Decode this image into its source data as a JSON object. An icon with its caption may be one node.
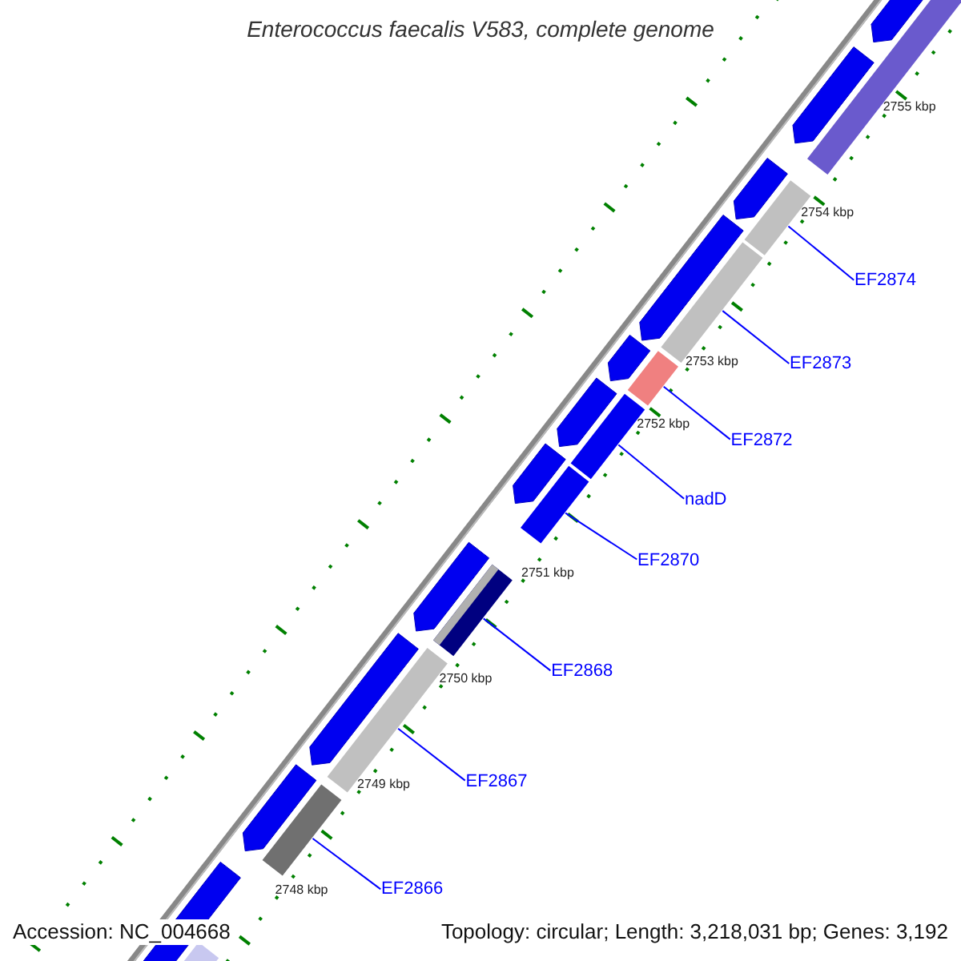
{
  "diagram": {
    "title": "Enterococcus faecalis V583, complete genome",
    "nodes": [
      {
        "text": [
          "EF2874"
        ]
      },
      {
        "text": [
          "EF2873"
        ]
      },
      {
        "text": [
          "EF2872"
        ]
      },
      {
        "text": [
          "nadD"
        ]
      },
      {
        "text": [
          "EF2870"
        ]
      },
      {
        "text": [
          "EF2868"
        ]
      },
      {
        "text": [
          "EF2867"
        ]
      },
      {
        "text": [
          "EF2866"
        ]
      },
      {
        "text": [],
        "shape": "bar"
      },
      {
        "text": [],
        "shape": "bar"
      },
      {
        "text": [],
        "shape": "bar"
      },
      {
        "text": [],
        "shape": "bar"
      },
      {
        "text": [],
        "shape": "bar"
      },
      {
        "text": [],
        "shape": "bar"
      },
      {
        "text": [],
        "shape": "bar"
      },
      {
        "text": [],
        "shape": "bar"
      }
    ],
    "edges": [
      {
        "from": 0,
        "to": 8,
        "arrow": "none"
      },
      {
        "from": 1,
        "to": 9,
        "arrow": "none"
      },
      {
        "from": 2,
        "to": 10,
        "arrow": "none"
      },
      {
        "from": 3,
        "to": 11,
        "arrow": "none"
      },
      {
        "from": 4,
        "to": 12,
        "arrow": "none"
      },
      {
        "from": 5,
        "to": 13,
        "arrow": "none"
      },
      {
        "from": 6,
        "to": 14,
        "arrow": "none"
      },
      {
        "from": 7,
        "to": 15,
        "arrow": "none"
      }
    ],
    "labels": [
      "2755 kbp",
      "2754 kbp",
      "2753 kbp",
      "2752 kbp",
      "2751 kbp",
      "2750 kbp",
      "2749 kbp",
      "2748 kbp",
      "Accession: NC_004668",
      "Topology: circular; Length: 3,218,031 bp; Genes: 3,192"
    ]
  }
}
